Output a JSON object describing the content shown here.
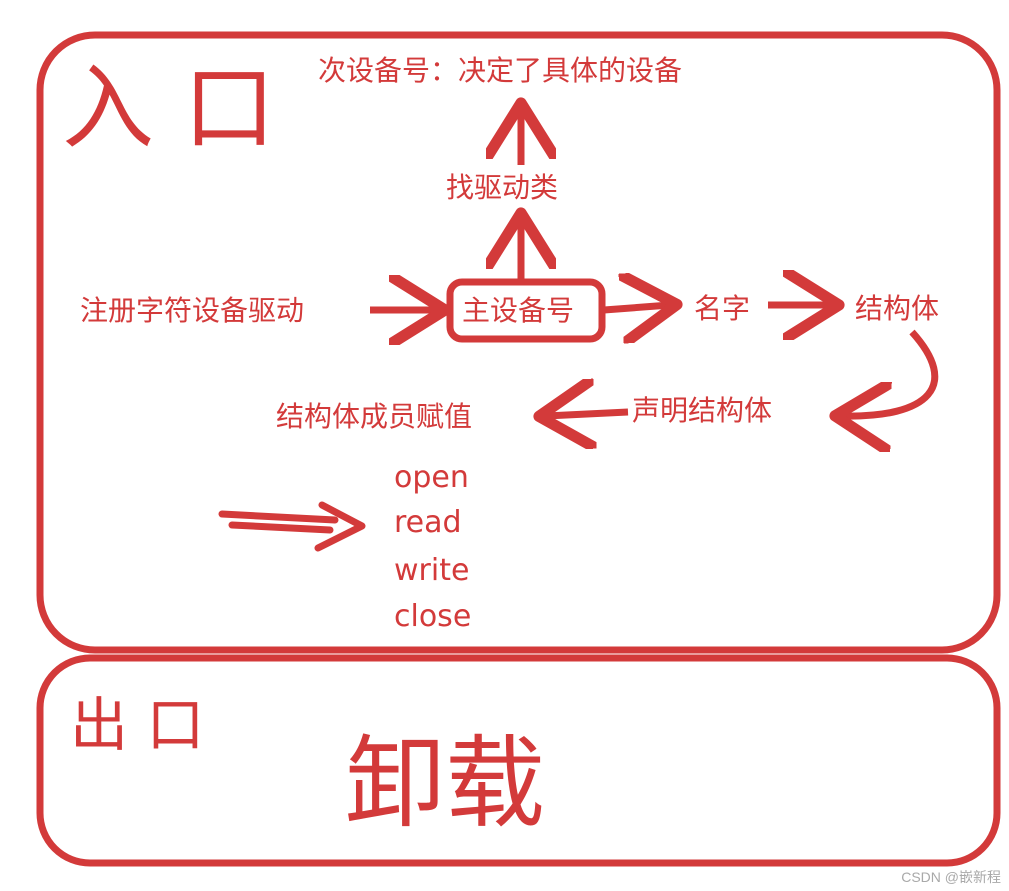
{
  "colors": {
    "ink": "#d33a3a",
    "watermark": "#a9a9a9",
    "background": "#ffffff"
  },
  "entry": {
    "title": "入 口",
    "minor_number": "次设备号：决定了具体的设备",
    "find_driver": "找驱动类",
    "register": "注册字符设备驱动",
    "major_number": "主设备号",
    "name": "名字",
    "struct": "结构体",
    "declare_struct": "声明结构体",
    "assign_members": "结构体成员赋值",
    "ops": [
      "open",
      "read",
      "write",
      "close"
    ]
  },
  "exit": {
    "title": "出 口",
    "unload": "卸载"
  },
  "watermark": "CSDN @嵌新程"
}
